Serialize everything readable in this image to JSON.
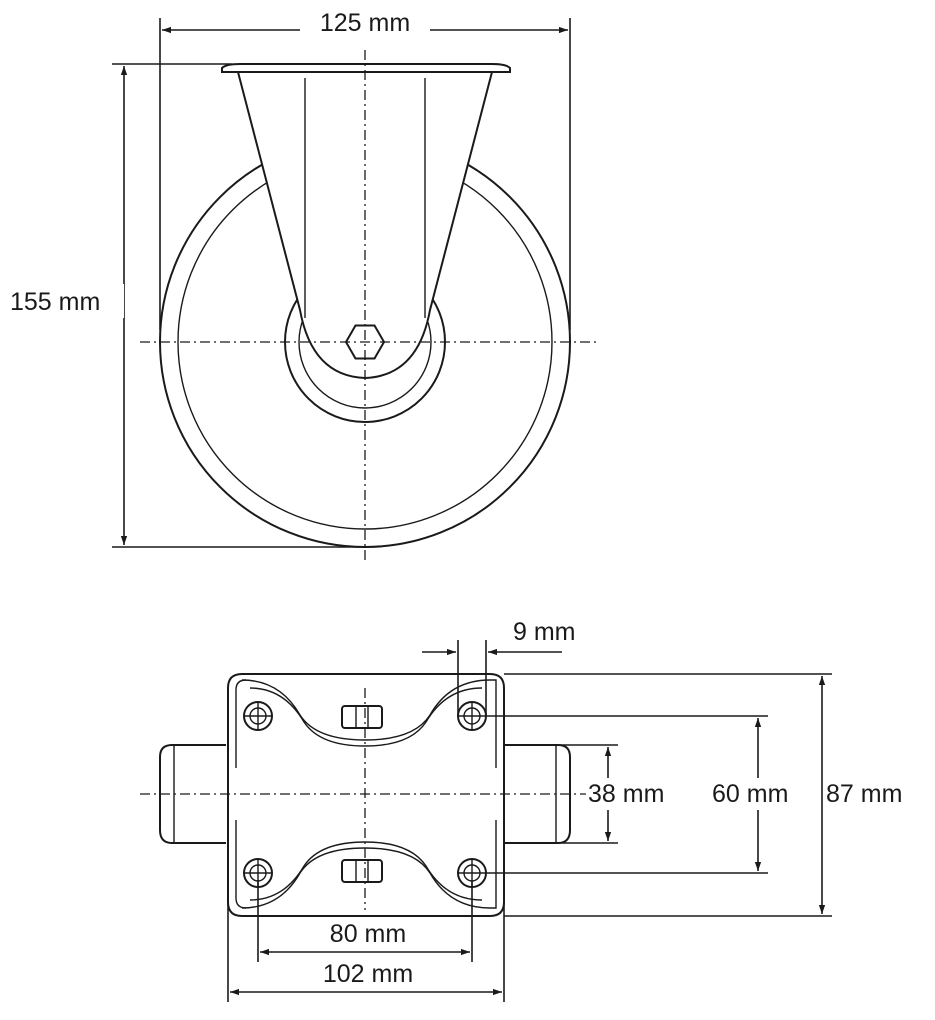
{
  "dimensions": {
    "overall_width": "125 mm",
    "overall_height": "155 mm",
    "hole_diameter": "9 mm",
    "axle_length_gap": "38 mm",
    "hole_spacing_length": "60 mm",
    "plate_length": "87 mm",
    "hole_spacing_width": "80 mm",
    "plate_width": "102 mm"
  },
  "colors": {
    "line": "#1a1a1a",
    "background": "#ffffff"
  }
}
